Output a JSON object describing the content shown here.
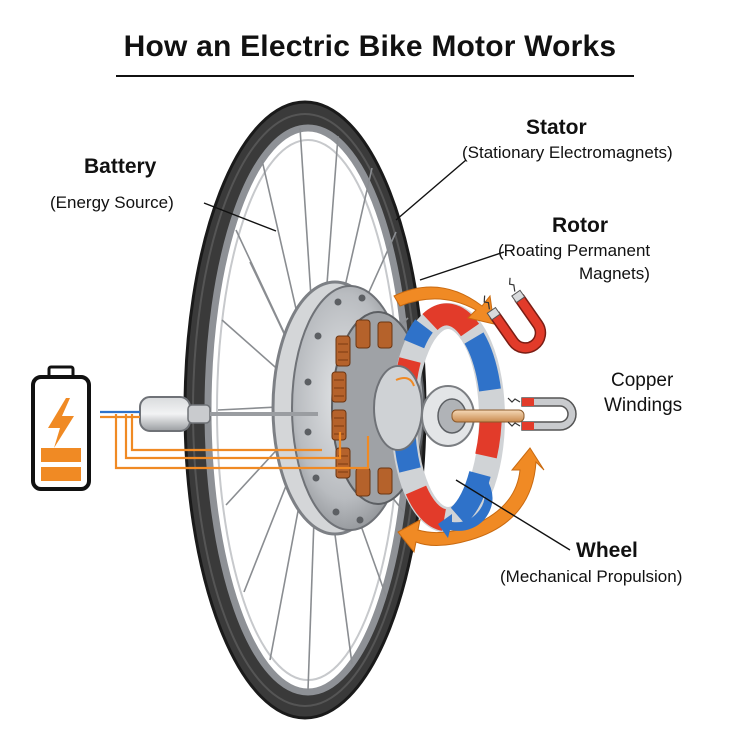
{
  "title": "How an Electric Bike Motor Works",
  "labels": {
    "battery": {
      "name": "Battery",
      "note": "(Energy Source)"
    },
    "stator": {
      "name": "Stator",
      "note": "(Stationary Electromagnets)"
    },
    "rotor": {
      "name": "Rotor",
      "note_line1": "(Roating Permanent",
      "note_line2": "Magnets)"
    },
    "copper": {
      "line1": "Copper",
      "line2": "Windings"
    },
    "wheel": {
      "name": "Wheel",
      "note": "(Mechanical Propulsion)"
    }
  },
  "colors": {
    "orange": "#f08a24",
    "blue": "#2f72c9",
    "red": "#e23b2a",
    "copper": "#b5622b",
    "tire": "#3a3a3a",
    "metal": "#b9bcc0"
  },
  "icons": [
    "battery-icon",
    "lightning-bolt-icon",
    "horseshoe-magnet-icon",
    "rotation-arrow-icon"
  ]
}
